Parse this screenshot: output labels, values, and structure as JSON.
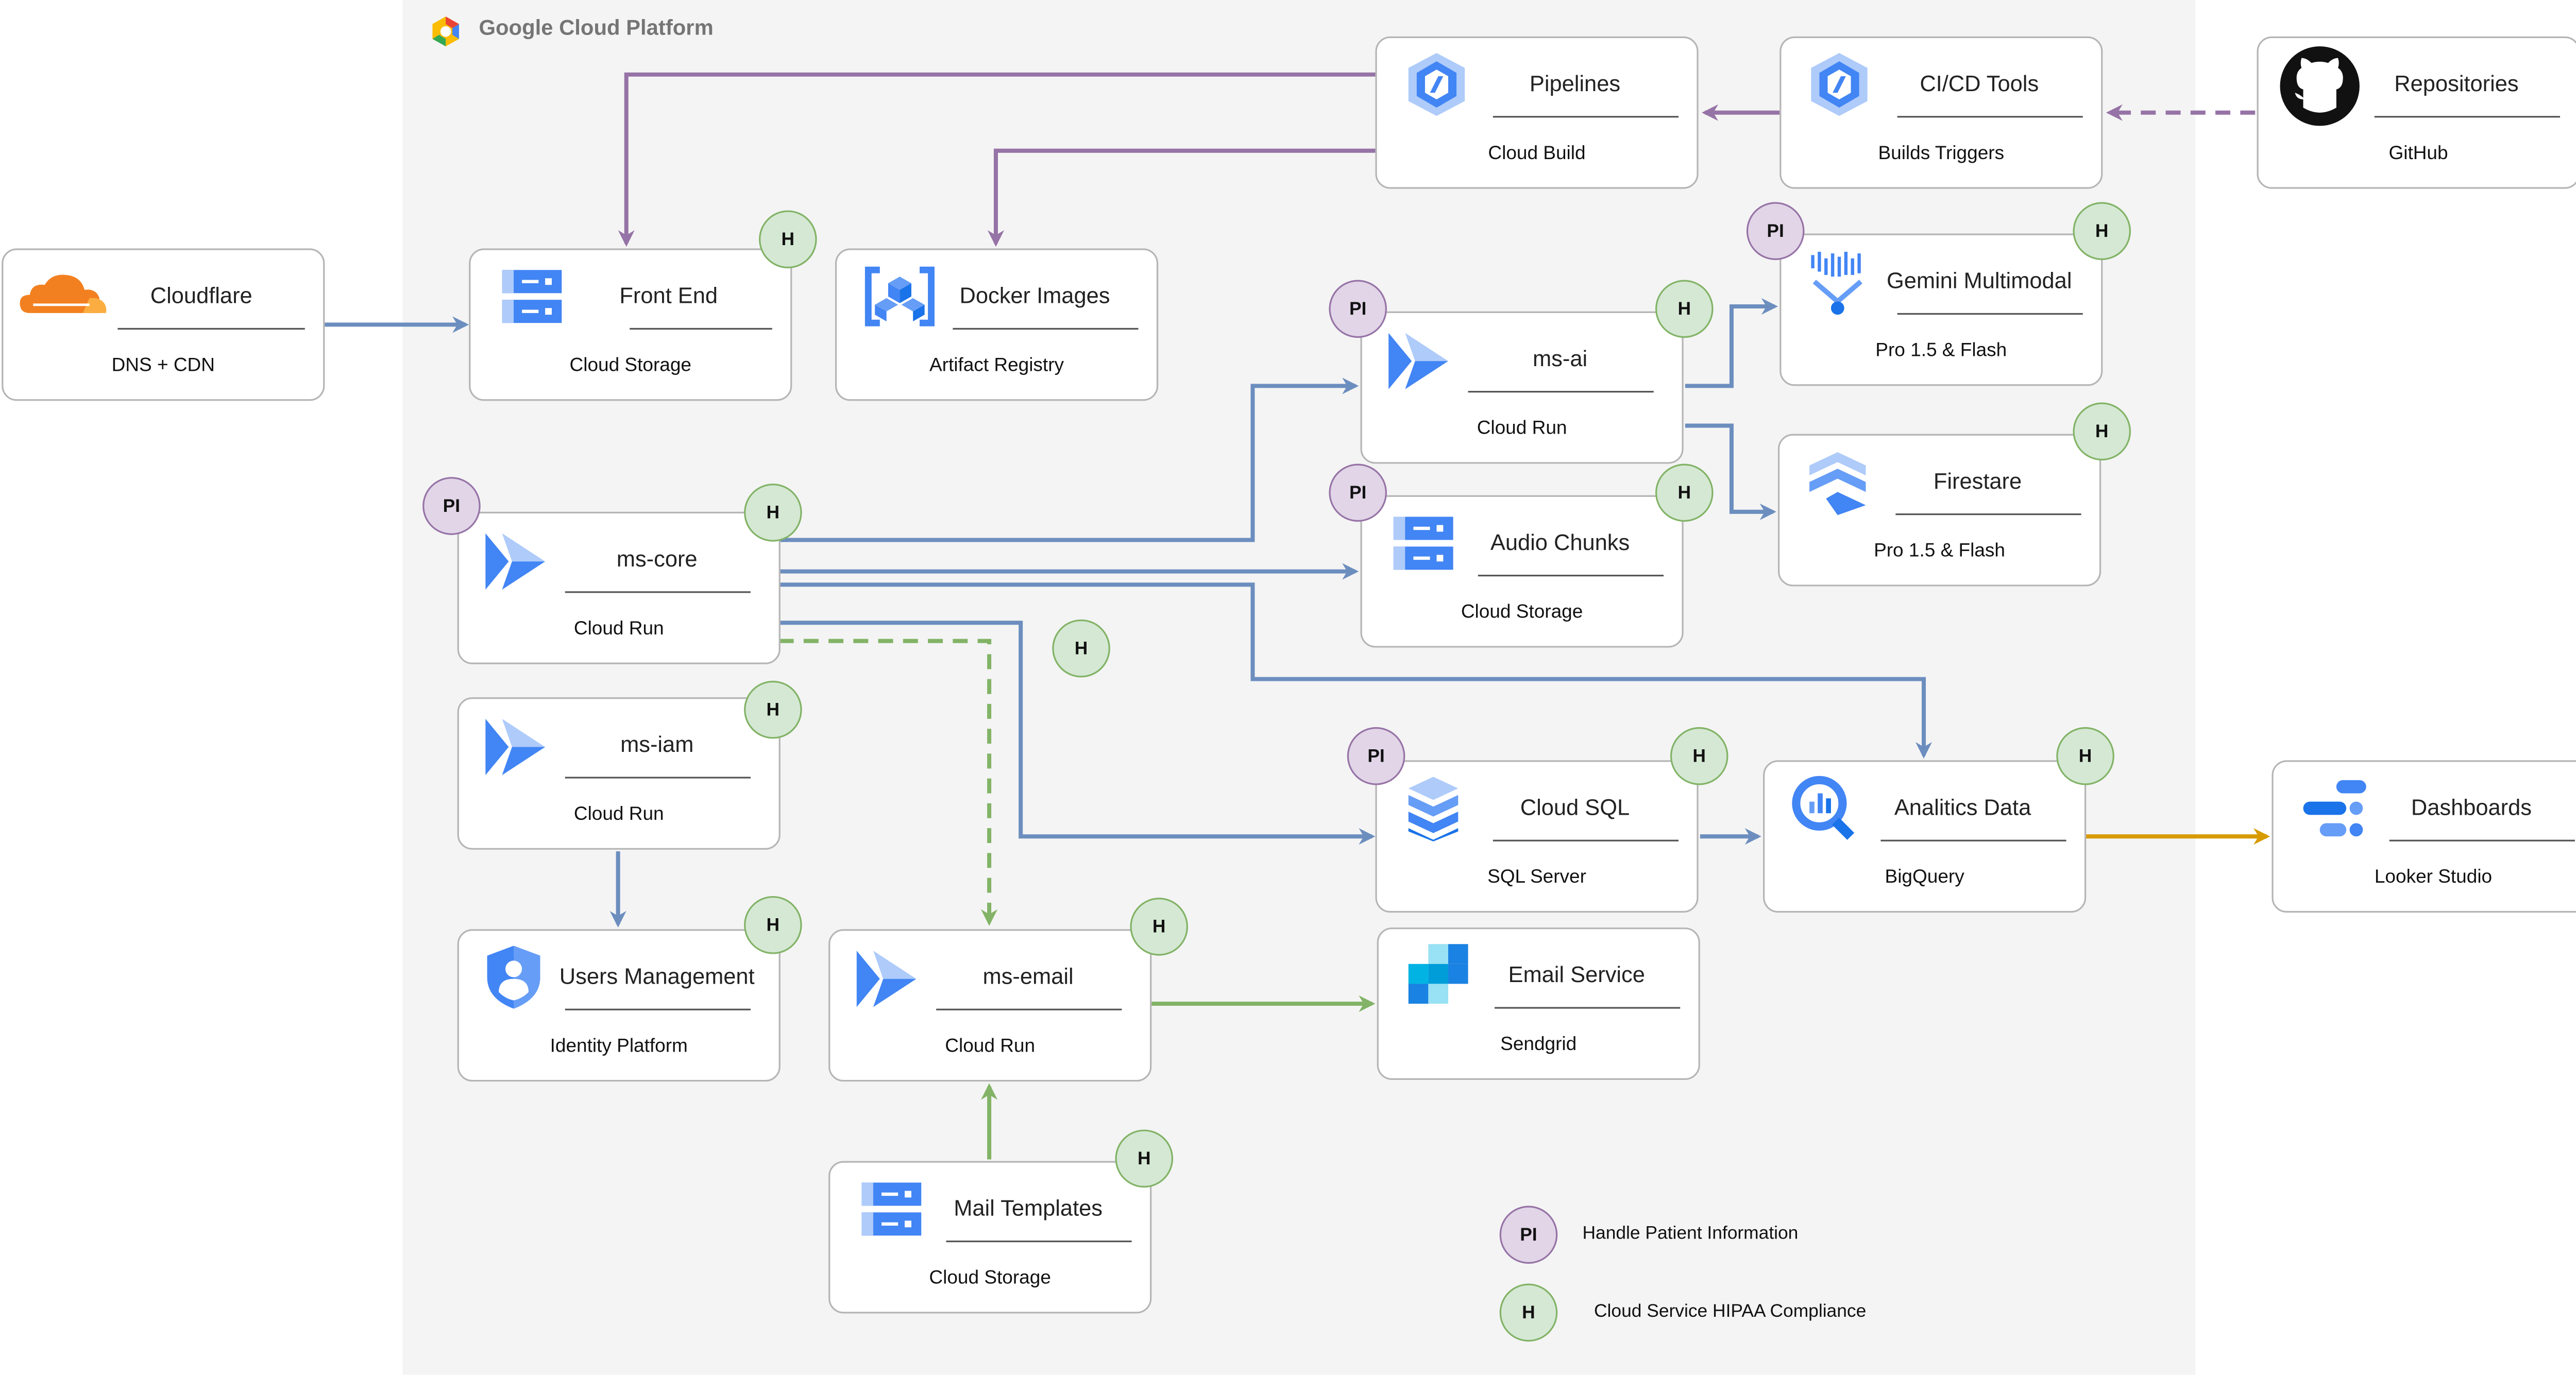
{
  "platform": {
    "title": "Google Cloud Platform",
    "icon": "gcp-hexagon-icon"
  },
  "colors": {
    "gcp_blue": "#4285f4",
    "flow_blue": "#6c8ebf",
    "flow_purple": "#9673a6",
    "flow_green": "#82b366",
    "flow_orange": "#d79b00",
    "hipaa_fill": "#d5e8d4",
    "pi_fill": "#e1d5e7"
  },
  "nodes": {
    "cloudflare": {
      "title": "Cloudflare",
      "subtitle": "DNS + CDN",
      "icon": "cloudflare-cloud-icon"
    },
    "frontend": {
      "title": "Front End",
      "subtitle": "Cloud Storage",
      "icon": "cloud-storage-icon",
      "badges": [
        "H"
      ]
    },
    "docker": {
      "title": "Docker Images",
      "subtitle": "Artifact Registry",
      "icon": "artifact-registry-icon"
    },
    "pipelines": {
      "title": "Pipelines",
      "subtitle": "Cloud Build",
      "icon": "cloud-build-icon"
    },
    "cicd": {
      "title": "CI/CD Tools",
      "subtitle": "Builds Triggers",
      "icon": "cloud-build-icon"
    },
    "repos": {
      "title": "Repositories",
      "subtitle": "GitHub",
      "icon": "github-icon"
    },
    "gemini": {
      "title": "Gemini Multimodal",
      "subtitle": "Pro 1.5 & Flash",
      "icon": "vertex-ai-icon",
      "badges": [
        "PI",
        "H"
      ]
    },
    "msai": {
      "title": "ms-ai",
      "subtitle": "Cloud Run",
      "icon": "cloud-run-icon",
      "badges": [
        "PI",
        "H"
      ]
    },
    "firestore": {
      "title": "Firestare",
      "subtitle": "Pro 1.5 & Flash",
      "icon": "firestore-icon",
      "badges": [
        "H"
      ]
    },
    "mscore": {
      "title": "ms-core",
      "subtitle": "Cloud Run",
      "icon": "cloud-run-icon",
      "badges": [
        "PI",
        "H"
      ]
    },
    "audio": {
      "title": "Audio Chunks",
      "subtitle": "Cloud Storage",
      "icon": "cloud-storage-icon",
      "badges": [
        "PI",
        "H"
      ]
    },
    "msiam": {
      "title": "ms-iam",
      "subtitle": "Cloud Run",
      "icon": "cloud-run-icon",
      "badges": [
        "H"
      ]
    },
    "sql": {
      "title": "Cloud SQL",
      "subtitle": "SQL Server",
      "icon": "cloud-sql-icon",
      "badges": [
        "PI",
        "H"
      ]
    },
    "analytics": {
      "title": "Analitics Data",
      "subtitle": "BigQuery",
      "icon": "bigquery-icon",
      "badges": [
        "H"
      ]
    },
    "dashboards": {
      "title": "Dashboards",
      "subtitle": "Looker Studio",
      "icon": "looker-studio-icon"
    },
    "users": {
      "title": "Users Management",
      "subtitle": "Identity Platform",
      "icon": "identity-platform-icon",
      "badges": [
        "H"
      ]
    },
    "msemail": {
      "title": "ms-email",
      "subtitle": "Cloud Run",
      "icon": "cloud-run-icon",
      "badges": [
        "H"
      ]
    },
    "email": {
      "title": "Email Service",
      "subtitle": "Sendgrid",
      "icon": "sendgrid-icon"
    },
    "mailtpl": {
      "title": "Mail Templates",
      "subtitle": "Cloud Storage",
      "icon": "cloud-storage-icon",
      "badges": [
        "H"
      ]
    }
  },
  "floating_badge": "H",
  "legend": {
    "pi": {
      "badge": "PI",
      "text": "Handle Patient Information"
    },
    "h": {
      "badge": "H",
      "text": "Cloud Service HIPAA Compliance"
    }
  }
}
